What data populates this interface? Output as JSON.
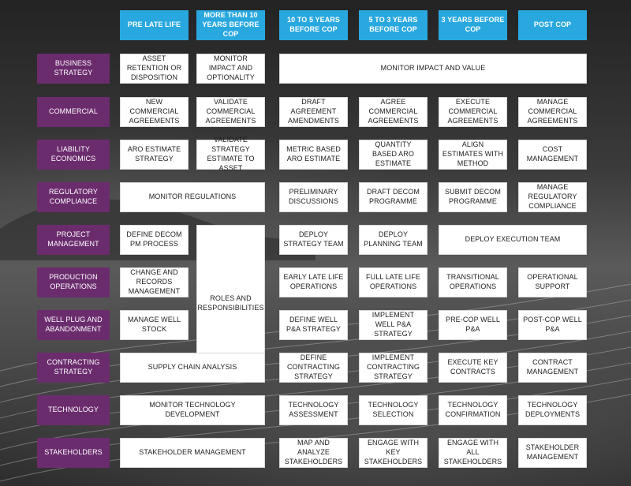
{
  "colors": {
    "header": "#29a8df",
    "row_label": "#6b2c6e",
    "box": "#ffffff",
    "background": "#3a3a3a"
  },
  "headers": [
    "PRE LATE LIFE",
    "MORE THAN 10 YEARS BEFORE COP",
    "10 TO 5 YEARS BEFORE COP",
    "5 TO 3 YEARS BEFORE COP",
    "3 YEARS BEFORE COP",
    "POST COP"
  ],
  "rows": [
    {
      "label": "BUSINESS STRATEGY",
      "cells": [
        "ASSET RETENTION OR DISPOSITION",
        "MONITOR IMPACT AND OPTIONALITY",
        "MONITOR IMPACT AND VALUE"
      ]
    },
    {
      "label": "COMMERCIAL",
      "cells": [
        "NEW COMMERCIAL AGREEMENTS",
        "VALIDATE COMMERCIAL AGREEMENTS",
        "DRAFT AGREEMENT AMENDMENTS",
        "AGREE COMMERCIAL AGREEMENTS",
        "EXECUTE COMMERCIAL AGREEMENTS",
        "MANAGE COMMERCIAL AGREEMENTS"
      ]
    },
    {
      "label": "LIABILITY ECONOMICS",
      "cells": [
        "ARO ESTIMATE STRATEGY",
        "VALIDATE STRATEGY ESTIMATE TO ASSET",
        "METRIC BASED ARO ESTIMATE",
        "QUANTITY BASED ARO ESTIMATE",
        "ALIGN ESTIMATES WITH METHOD",
        "COST MANAGEMENT"
      ]
    },
    {
      "label": "REGULATORY COMPLIANCE",
      "cells": [
        "MONITOR REGULATIONS",
        "PRELIMINARY DISCUSSIONS",
        "DRAFT DECOM PROGRAMME",
        "SUBMIT DECOM PROGRAMME",
        "MANAGE REGULATORY COMPLIANCE"
      ]
    },
    {
      "label": "PROJECT MANAGEMENT",
      "cells": [
        "DEFINE DECOM PM PROCESS",
        "ROLES AND RESPONSIBILITIES",
        "DEPLOY STRATEGY TEAM",
        "DEPLOY PLANNING TEAM",
        "DEPLOY EXECUTION TEAM"
      ]
    },
    {
      "label": "PRODUCTION OPERATIONS",
      "cells": [
        "CHANGE AND RECORDS MANAGEMENT",
        "EARLY LATE LIFE OPERATIONS",
        "FULL LATE LIFE OPERATIONS",
        "TRANSITIONAL OPERATIONS",
        "OPERATIONAL SUPPORT"
      ]
    },
    {
      "label": "WELL PLUG AND ABANDONMENT",
      "cells": [
        "MANAGE WELL STOCK",
        "DEFINE WELL P&A STRATEGY",
        "IMPLEMENT WELL P&A STRATEGY",
        "PRE-COP WELL P&A",
        "POST-COP WELL P&A"
      ]
    },
    {
      "label": "CONTRACTING STRATEGY",
      "cells": [
        "SUPPLY CHAIN ANALYSIS",
        "DEFINE CONTRACTING STRATEGY",
        "IMPLEMENT CONTRACTING STRATEGY",
        "EXECUTE KEY CONTRACTS",
        "CONTRACT MANAGEMENT"
      ]
    },
    {
      "label": "TECHNOLOGY",
      "cells": [
        "MONITOR TECHNOLOGY DEVELOPMENT",
        "TECHNOLOGY ASSESSMENT",
        "TECHNOLOGY SELECTION",
        "TECHNOLOGY CONFIRMATION",
        "TECHNOLOGY DEPLOYMENTS"
      ]
    },
    {
      "label": "STAKEHOLDERS",
      "cells": [
        "STAKEHOLDER MANAGEMENT",
        "MAP AND ANALYZE STAKEHOLDERS",
        "ENGAGE WITH KEY STAKEHOLDERS",
        "ENGAGE WITH ALL STAKEHOLDERS",
        "STAKEHOLDER MANAGEMENT"
      ]
    }
  ]
}
